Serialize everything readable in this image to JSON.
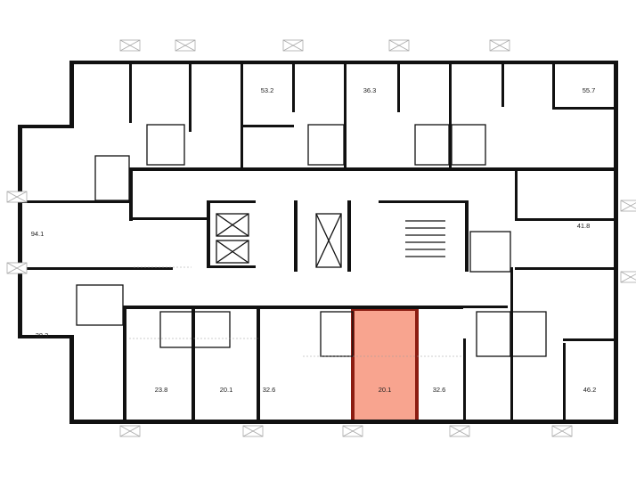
{
  "plan": {
    "units": [
      {
        "id": "u-top-1",
        "area": "53.2"
      },
      {
        "id": "u-top-2",
        "area": "36.3"
      },
      {
        "id": "u-top-3",
        "area": "55.7"
      },
      {
        "id": "u-left-1",
        "area": "94.1"
      },
      {
        "id": "u-right-1",
        "area": "41.8"
      },
      {
        "id": "u-left-2",
        "area": "38.3"
      },
      {
        "id": "u-bot-1",
        "area": "23.8"
      },
      {
        "id": "u-bot-2",
        "area": "20.1"
      },
      {
        "id": "u-bot-3",
        "area": "32.6"
      },
      {
        "id": "u-bot-4",
        "area": "20.1",
        "highlighted": true
      },
      {
        "id": "u-bot-5",
        "area": "32.6"
      },
      {
        "id": "u-bot-6",
        "area": "46.2"
      }
    ],
    "colors": {
      "highlight_fill": "#f8a48f",
      "highlight_border": "#8c1d12",
      "wall": "#111111"
    }
  }
}
